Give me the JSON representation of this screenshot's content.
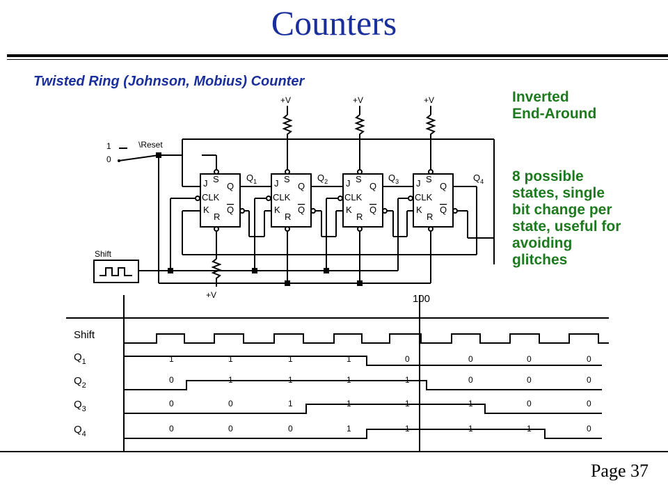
{
  "title": "Counters",
  "subtitle": "Twisted Ring (Johnson, Mobius) Counter",
  "notes": {
    "inverted": "Inverted\nEnd-Around",
    "states": "8 possible\nstates, single\nbit change per\nstate, useful for\navoiding\nglitches"
  },
  "page": "Page 37",
  "schematic": {
    "reset_label": "\\Reset",
    "switch_one": "1",
    "switch_zero": "0",
    "shift_label": "Shift",
    "vplus": "+V",
    "flipflop_pins": {
      "j": "J",
      "k": "K",
      "clk": "CLK",
      "s": "S",
      "r": "R",
      "q": "Q",
      "qbar": "Q"
    },
    "outputs": [
      {
        "name": "Q",
        "sub": "1"
      },
      {
        "name": "Q",
        "sub": "2"
      },
      {
        "name": "Q",
        "sub": "3"
      },
      {
        "name": "Q",
        "sub": "4"
      }
    ]
  },
  "timing": {
    "marker_label": "100",
    "signals": [
      {
        "name": "Shift",
        "sub": "",
        "values": []
      },
      {
        "name": "Q",
        "sub": "1",
        "values": [
          "1",
          "1",
          "1",
          "1",
          "0",
          "0",
          "0",
          "0"
        ]
      },
      {
        "name": "Q",
        "sub": "2",
        "values": [
          "0",
          "1",
          "1",
          "1",
          "1",
          "0",
          "0",
          "0"
        ]
      },
      {
        "name": "Q",
        "sub": "3",
        "values": [
          "0",
          "0",
          "1",
          "1",
          "1",
          "1",
          "0",
          "0"
        ]
      },
      {
        "name": "Q",
        "sub": "4",
        "values": [
          "0",
          "0",
          "0",
          "1",
          "1",
          "1",
          "1",
          "0"
        ]
      }
    ]
  }
}
